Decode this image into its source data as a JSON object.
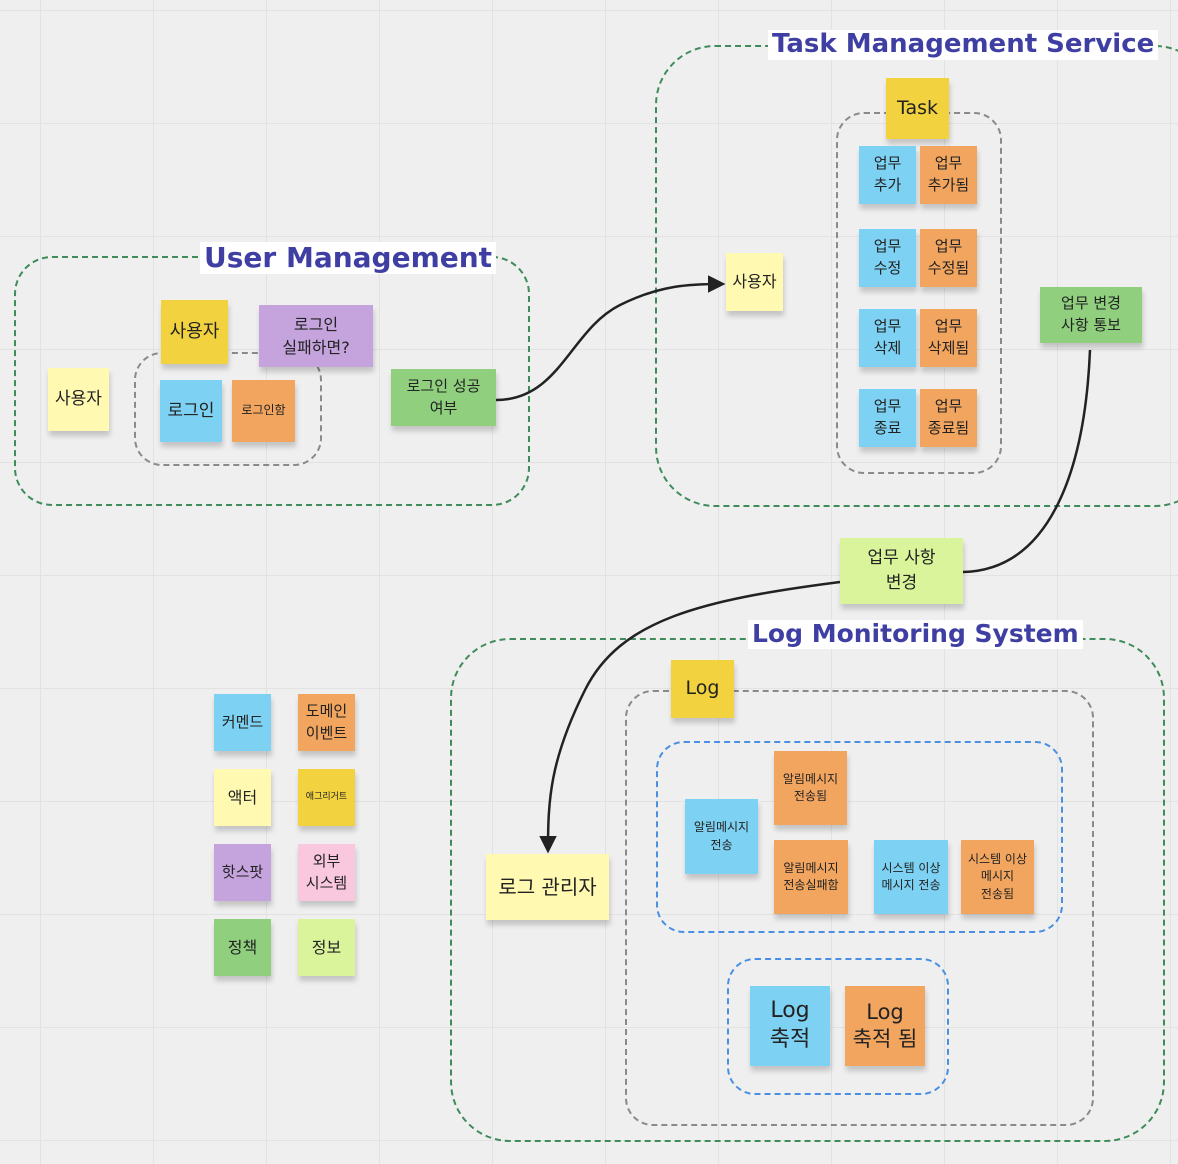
{
  "colors": {
    "frame_green": "#3e8c5a",
    "frame_gray": "#8a8a8a",
    "frame_blue": "#4a90e2",
    "title_color": "#3f3fa3",
    "sticky_light_yellow": "#fff9b1",
    "sticky_gold": "#f2d33f",
    "sticky_blue": "#7dd1f2",
    "sticky_orange": "#f2a55f",
    "sticky_purple": "#c5a3dd",
    "sticky_green": "#8fcf7e",
    "sticky_lime": "#d9f49a",
    "sticky_pink": "#f9c8de"
  },
  "frames": {
    "user_management_title": "User Management",
    "task_management_title": "Task Management Service",
    "log_monitoring_title": "Log Monitoring System"
  },
  "user_management": {
    "actor": "사용자",
    "aggregate": "사용자",
    "hotspot": "로그인\n실패하면?",
    "command": "로그인",
    "event": "로그인함",
    "policy": "로그인 성공\n여부"
  },
  "task_management": {
    "actor": "사용자",
    "aggregate": "Task",
    "commands": [
      "업무\n추가",
      "업무\n수정",
      "업무\n삭제",
      "업무\n종료"
    ],
    "events": [
      "업무\n추가됨",
      "업무\n수정됨",
      "업무\n삭제됨",
      "업무\n종료됨"
    ],
    "policy": "업무 변경\n사항 통보"
  },
  "between": {
    "info": "업무 사항\n변경"
  },
  "log_monitoring": {
    "actor": "로그 관리자",
    "aggregate": "Log",
    "notify_command": "알림메시지\n전송",
    "notify_sent": "알림메시지\n전송됨",
    "notify_failed": "알림메시지\n전송실패함",
    "system_command": "시스템 이상\n메시지 전송",
    "system_sent": "시스템 이상\n메시지\n전송됨",
    "log_command": "Log\n축적",
    "log_event": "Log\n축적 됨"
  },
  "legend": {
    "command": "커멘드",
    "domain_event": "도메인\n이벤트",
    "actor": "액터",
    "aggregate": "애그리거트",
    "hotspot": "핫스팟",
    "external_system": "외부\n시스템",
    "policy": "정책",
    "info": "정보"
  },
  "icons": {
    "arrow_head": "arrowhead-icon"
  }
}
